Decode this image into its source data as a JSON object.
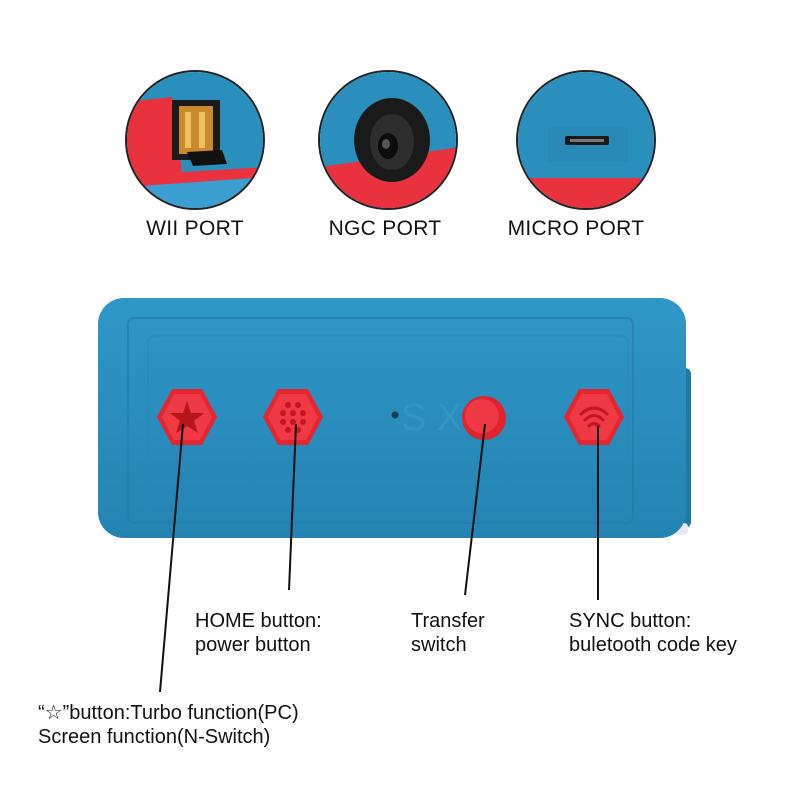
{
  "ports": [
    {
      "label": "WII PORT"
    },
    {
      "label": "NGC PORT"
    },
    {
      "label": "MICRO PORT"
    }
  ],
  "device": {
    "logo_text": "S X",
    "body_color": "#2a8fbf",
    "button_color": "#e8202a",
    "accent_color": "#ef3a45"
  },
  "callouts": {
    "turbo": {
      "line1": "“☆”button:Turbo function(PC)",
      "line2": "Screen function(N-Switch)"
    },
    "home": {
      "line1": "HOME button:",
      "line2": "power button"
    },
    "transfer": {
      "line1": "Transfer",
      "line2": "switch"
    },
    "sync": {
      "line1": "SYNC button:",
      "line2": "buletooth code key"
    }
  }
}
